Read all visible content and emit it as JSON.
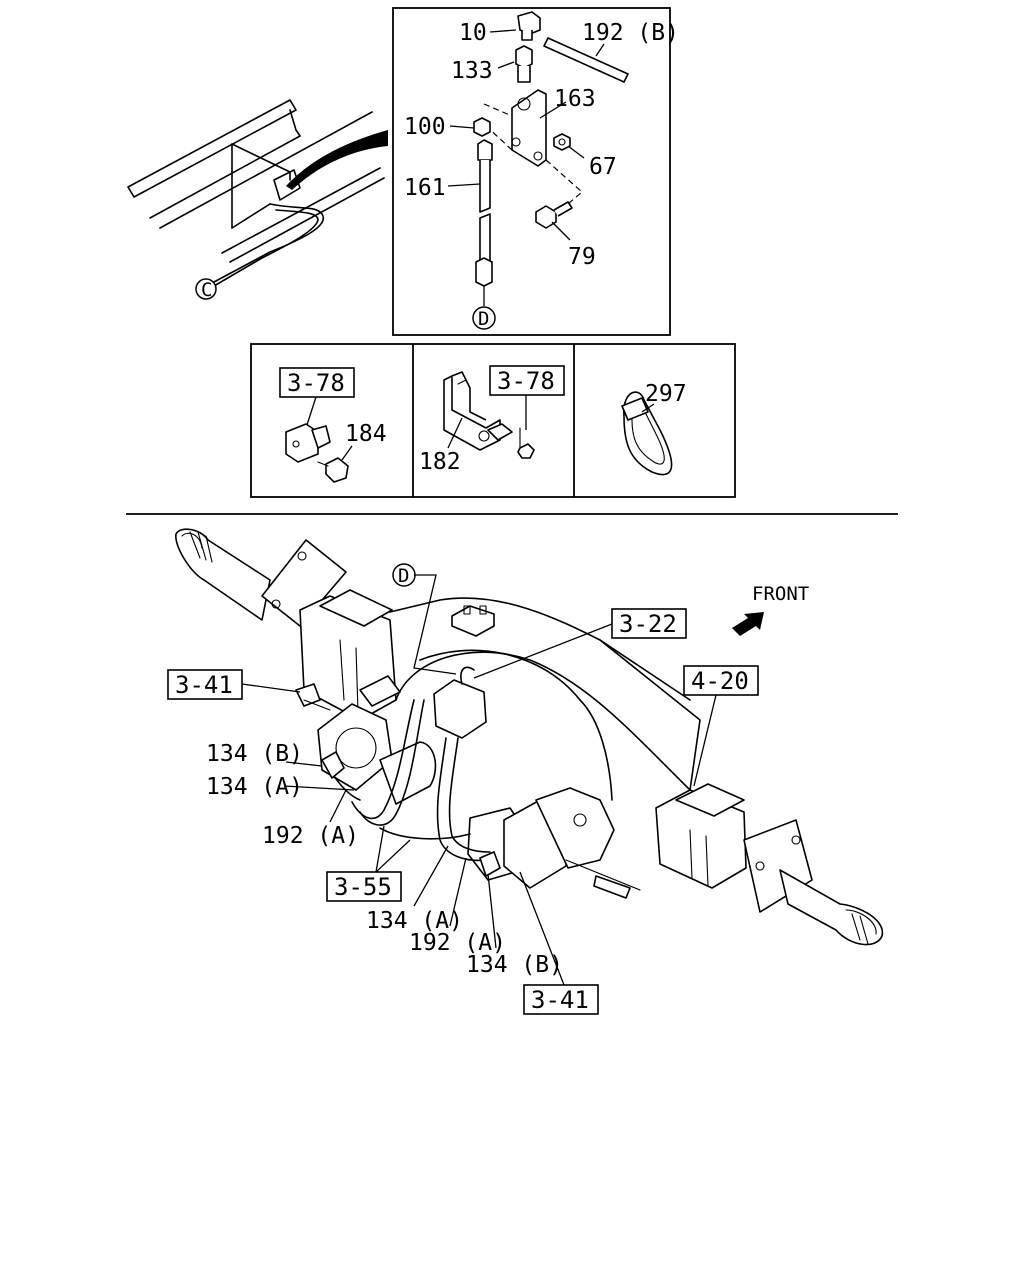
{
  "callouts": {
    "p10": "10",
    "p192b": "192 (B)",
    "p133": "133",
    "p163": "163",
    "p100": "100",
    "p67": "67",
    "p161": "161",
    "p79": "79",
    "p184": "184",
    "p182": "182",
    "p297": "297",
    "p134b_left": "134 (B)",
    "p134a_left": "134 (A)",
    "p192a_left": "192 (A)",
    "p134a_bottom": "134 (A)",
    "p192a_bottom": "192 (A)",
    "p134b_bottom": "134 (B)"
  },
  "refs": {
    "r378_left": "3-78",
    "r378_mid": "3-78",
    "r322": "3-22",
    "r341_left": "3-41",
    "r420": "4-20",
    "r355": "3-55",
    "r341_bottom": "3-41"
  },
  "markers": {
    "c_top": "C",
    "d_top": "D",
    "d_main": "D"
  },
  "direction": {
    "front_label": "FRONT"
  },
  "icons": {
    "front_arrow": "arrow-icon"
  }
}
